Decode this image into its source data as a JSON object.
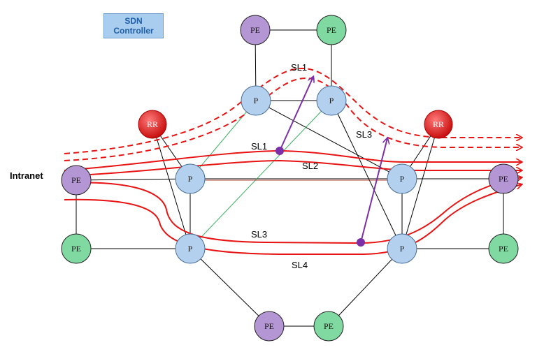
{
  "controller": {
    "line1": "SDN",
    "line2": "Controller"
  },
  "side_label": "Intranet",
  "colors": {
    "p_fill": "#b3d0ee",
    "pe_purple": "#b596d4",
    "pe_green": "#7fd9a1",
    "rr_red": "#e01a1a",
    "path_red": "#e81414",
    "sr_purple": "#7b2fa8",
    "green_link": "#3cb060"
  },
  "nodes": [
    {
      "id": "pe-top-left",
      "label": "PE",
      "kind": "pe-purple"
    },
    {
      "id": "pe-top-right",
      "label": "PE",
      "kind": "pe-green"
    },
    {
      "id": "p-top-left",
      "label": "P",
      "kind": "p"
    },
    {
      "id": "p-top-right",
      "label": "P",
      "kind": "p"
    },
    {
      "id": "rr-left",
      "label": "RR",
      "kind": "rr"
    },
    {
      "id": "rr-right",
      "label": "RR",
      "kind": "rr"
    },
    {
      "id": "pe-left-mid",
      "label": "PE",
      "kind": "pe-purple"
    },
    {
      "id": "p-left-mid",
      "label": "P",
      "kind": "p"
    },
    {
      "id": "p-right-mid",
      "label": "P",
      "kind": "p"
    },
    {
      "id": "pe-right-mid",
      "label": "PE",
      "kind": "pe-purple"
    },
    {
      "id": "pe-left-bottom",
      "label": "PE",
      "kind": "pe-green"
    },
    {
      "id": "p-left-bottom",
      "label": "P",
      "kind": "p"
    },
    {
      "id": "p-right-bottom",
      "label": "P",
      "kind": "p"
    },
    {
      "id": "pe-right-bottom",
      "label": "PE",
      "kind": "pe-green"
    },
    {
      "id": "pe-bottom-left",
      "label": "PE",
      "kind": "pe-purple"
    },
    {
      "id": "pe-bottom-right",
      "label": "PE",
      "kind": "pe-green"
    }
  ],
  "path_labels": {
    "sl1_top": "SL1",
    "sl1_mid": "SL1",
    "sl2": "SL2",
    "sl3_right": "SL3",
    "sl3_mid": "SL3",
    "sl4": "SL4"
  }
}
